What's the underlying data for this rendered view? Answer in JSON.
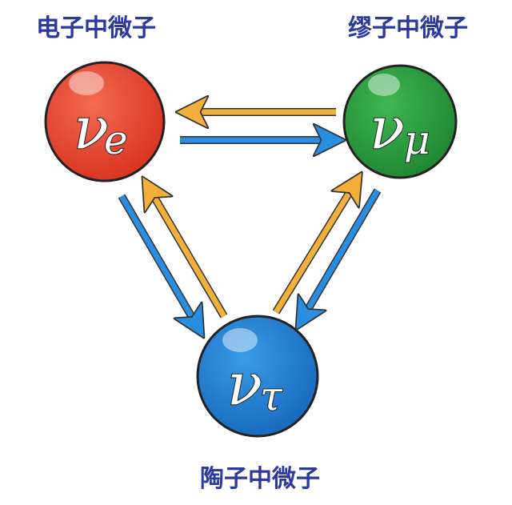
{
  "labels": {
    "electron": "电子中微子",
    "muon": "缪子中微子",
    "tau": "陶子中微子"
  },
  "symbols": {
    "electron": {
      "main": "ν",
      "sub": "e"
    },
    "muon": {
      "main": "ν",
      "sub": "μ"
    },
    "tau": {
      "main": "ν",
      "sub": "τ"
    }
  },
  "colors": {
    "electron": "#e8412e",
    "muon": "#2a9a3c",
    "tau": "#1f7fd0",
    "arrow_orange": "#f2b03a",
    "arrow_blue": "#2a8ee0",
    "label": "#2b3a9c"
  }
}
